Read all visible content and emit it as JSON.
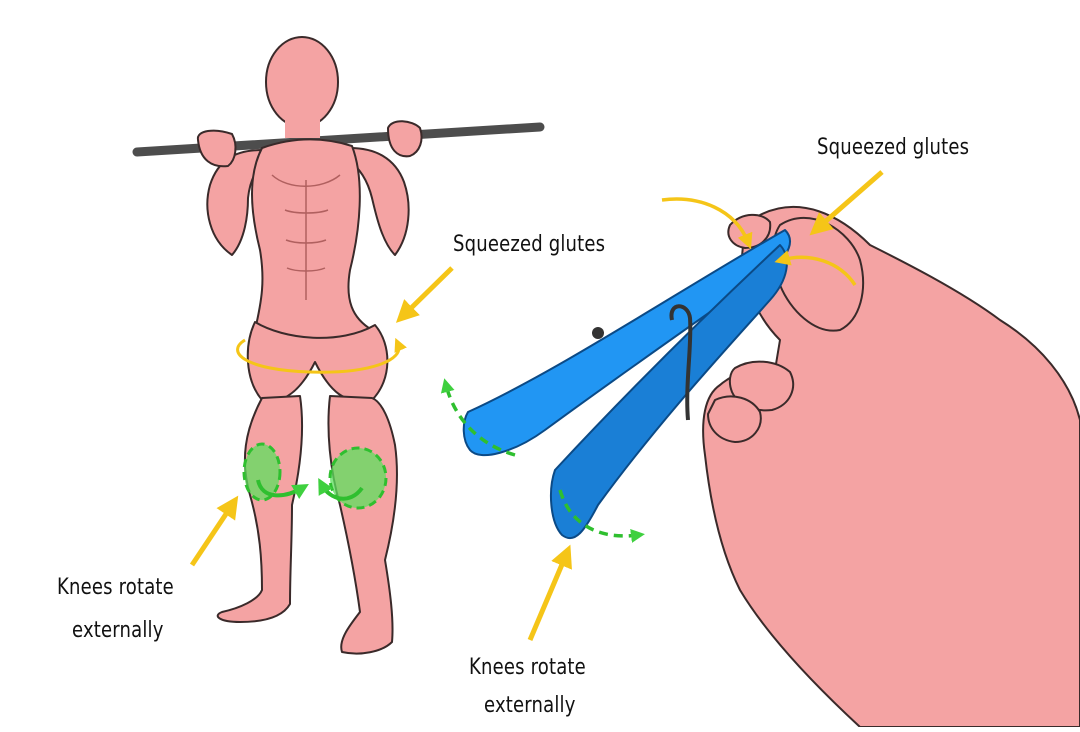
{
  "labels": {
    "glutes_left": "Squeezed glutes",
    "glutes_right": "Squeezed glutes",
    "knees_left_line1": "Knees rotate",
    "knees_left_line2": "externally",
    "knees_right_line1": "Knees rotate",
    "knees_right_line2": "externally"
  },
  "colors": {
    "skin": "#f4a3a3",
    "skin_outline": "#3a2a2a",
    "bar": "#555555",
    "clothespin": "#1f8fe6",
    "clothespin_dark": "#0d63b0",
    "arrow_yellow": "#f5c518",
    "knee_green": "#3fd03f",
    "background": "#ffffff"
  },
  "icons": {
    "figure": "squat-figure-illustration",
    "clothespin": "clothespin-illustration",
    "hand": "hand-illustration"
  }
}
